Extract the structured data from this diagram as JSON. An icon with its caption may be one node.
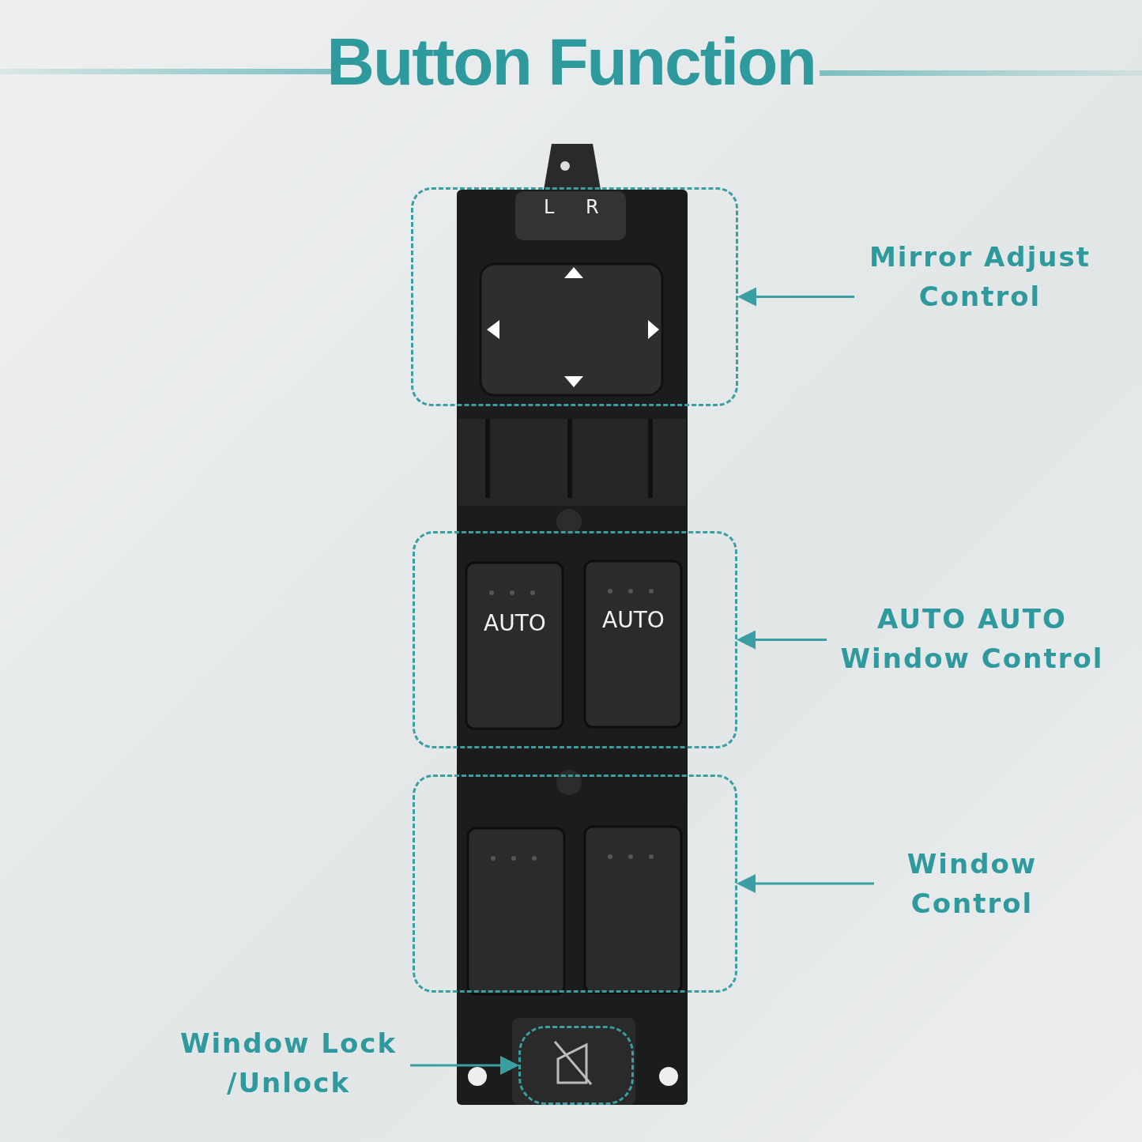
{
  "diagram": {
    "title": "Button Function",
    "nodes": [
      {
        "text": [],
        "shape": "box"
      },
      {
        "text": [
          "Mirror Adjust Control"
        ]
      },
      {
        "text": [],
        "shape": "box"
      },
      {
        "text": [
          "AUTO AUTO Window Control"
        ]
      },
      {
        "text": [],
        "shape": "box"
      },
      {
        "text": [
          "Window Control"
        ]
      },
      {
        "text": [
          "Window Lock /Unlock"
        ]
      },
      {
        "text": [],
        "shape": "box"
      }
    ],
    "edges": [
      {
        "from": 1,
        "to": 0,
        "arrow": "to"
      },
      {
        "from": 3,
        "to": 2,
        "arrow": "to"
      },
      {
        "from": 5,
        "to": 4,
        "arrow": "to"
      },
      {
        "from": 6,
        "to": 7,
        "arrow": "to"
      }
    ],
    "labels": [
      "L",
      "R",
      "AUTO",
      "AUTO"
    ]
  }
}
